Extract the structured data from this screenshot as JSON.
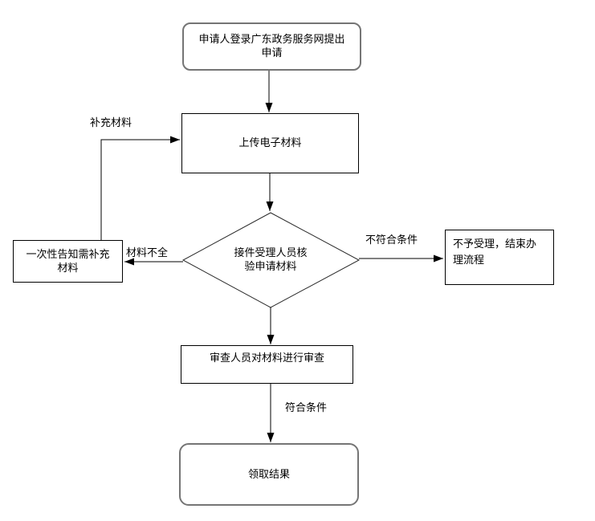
{
  "diagram": {
    "type": "flowchart",
    "colors": {
      "background": "#ffffff",
      "rect_border": "#000000",
      "rounded_border": "#757575",
      "diamond_border": "#2b2b2b",
      "connector": "#000000",
      "text": "#000000"
    },
    "nodes": {
      "start": {
        "shape": "rounded-rectangle",
        "lines": [
          "申请人登录广东政务服务网提出",
          "申请"
        ]
      },
      "upload": {
        "shape": "rectangle",
        "lines": [
          "上传电子材料"
        ]
      },
      "verify": {
        "shape": "diamond",
        "lines": [
          "接件受理人员核",
          "验申请材料"
        ]
      },
      "notify": {
        "shape": "rectangle",
        "lines": [
          "一次性告知需补充",
          "材料"
        ]
      },
      "reject": {
        "shape": "rectangle",
        "lines": [
          "不予受理，结束办",
          "理流程"
        ]
      },
      "review": {
        "shape": "rectangle",
        "lines": [
          "审查人员对材料进行审查"
        ]
      },
      "result": {
        "shape": "rounded-rectangle",
        "lines": [
          "领取结果"
        ]
      }
    },
    "edge_labels": {
      "supplement": "补充材料",
      "incomplete": "材料不全",
      "not_qualified": "不符合条件",
      "qualified": "符合条件"
    }
  }
}
